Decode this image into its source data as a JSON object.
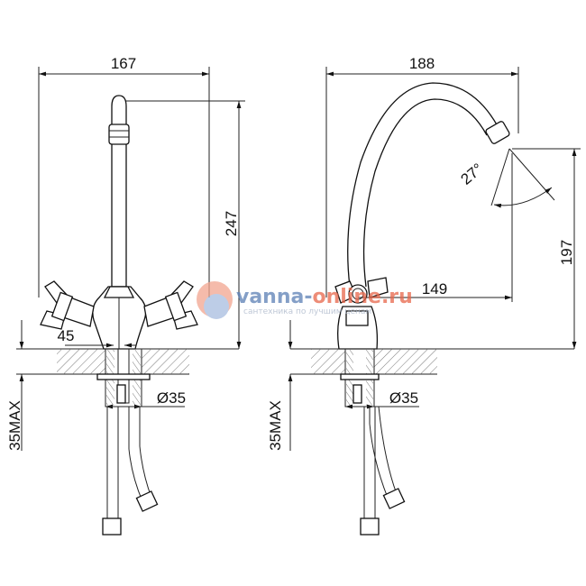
{
  "front_view": {
    "width_label": "167",
    "height_label": "247",
    "spacing_label": "45",
    "hole_label": "Ø35",
    "counter_label": "35MAX"
  },
  "side_view": {
    "reach_label": "188",
    "height_label": "197",
    "angle_label": "27°",
    "spout_label": "149",
    "hole_label": "Ø35",
    "counter_label": "35MAX"
  },
  "watermark": {
    "brand_part1": "vanna-",
    "brand_part2": "online.ru",
    "tagline": "сантехника по лучшим ценам",
    "color_blue": "#5b7fb5",
    "color_red": "#e8664a"
  }
}
